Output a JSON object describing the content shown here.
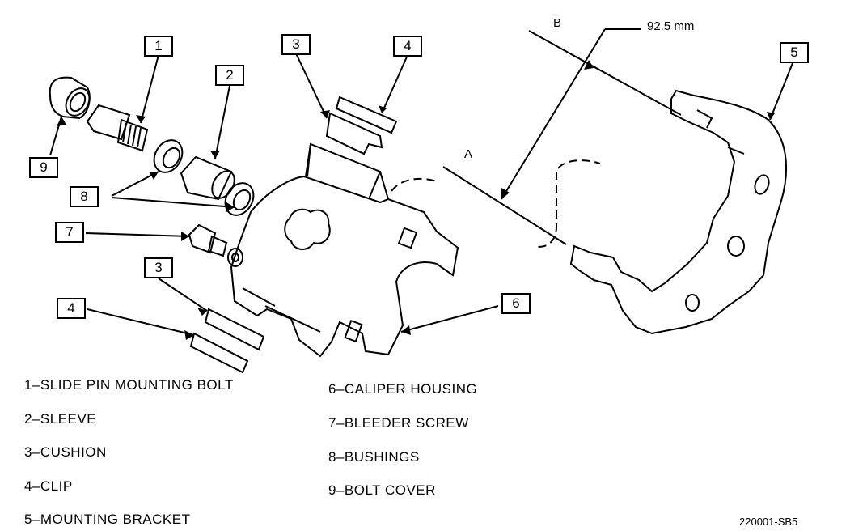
{
  "callouts": {
    "c1": "1",
    "c2": "2",
    "c3a": "3",
    "c3b": "3",
    "c4a": "4",
    "c4b": "4",
    "c5": "5",
    "c6": "6",
    "c7": "7",
    "c8": "8",
    "c9": "9"
  },
  "dimensions": {
    "a": "A",
    "b": "B",
    "measure": "92.5 mm"
  },
  "legend": [
    "1–SLIDE PIN MOUNTING BOLT",
    "2–SLEEVE",
    "3–CUSHION",
    "4–CLIP",
    "5–MOUNTING BRACKET",
    "6–CALIPER HOUSING",
    "7–BLEEDER SCREW",
    "8–BUSHINGS",
    "9–BOLT COVER"
  ],
  "figure_code": "220001-SB5"
}
